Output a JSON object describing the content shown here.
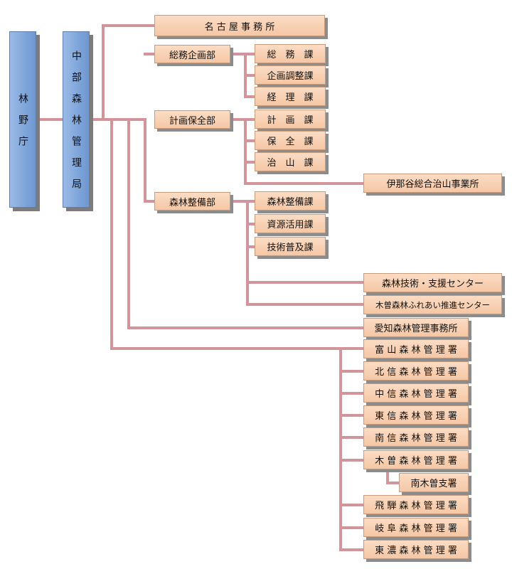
{
  "colors": {
    "connector": "#d4949c",
    "box_fill": "#f8d2b6",
    "vertical_box_fill": "#8eb1e0"
  },
  "agency": "林 野 庁",
  "bureau": "中 部 森 林 管 理 局",
  "nagoya_office": "名 古 屋 事 務 所",
  "departments": {
    "general_affairs": {
      "name": "総務企画部",
      "sections": [
        "総　務　課",
        "企画調整課",
        "経　理　課"
      ]
    },
    "planning_conservation": {
      "name": "計画保全部",
      "sections": [
        "計　画　課",
        "保　全　課",
        "治　山　課"
      ],
      "office": "伊那谷総合治山事業所"
    },
    "forest_management": {
      "name": "森林整備部",
      "sections": [
        "森林整備課",
        "資源活用課",
        "技術普及課"
      ],
      "centers": [
        "森林技術・支援センター",
        "木曽森林ふれあい推進センター"
      ]
    }
  },
  "aichi_office": "愛知森林管理事務所",
  "district_offices": [
    "富 山 森 林 管 理 署",
    "北 信 森 林 管 理 署",
    "中 信 森 林 管 理 署",
    "東 信 森 林 管 理 署",
    "南 信 森 林 管 理 署",
    "木 曽 森 林 管 理 署",
    "飛 騨 森 林 管 理 署",
    "岐 阜 森 林 管 理 署",
    "東 濃 森 林 管 理 署"
  ],
  "branch_office": "南木曽支署"
}
